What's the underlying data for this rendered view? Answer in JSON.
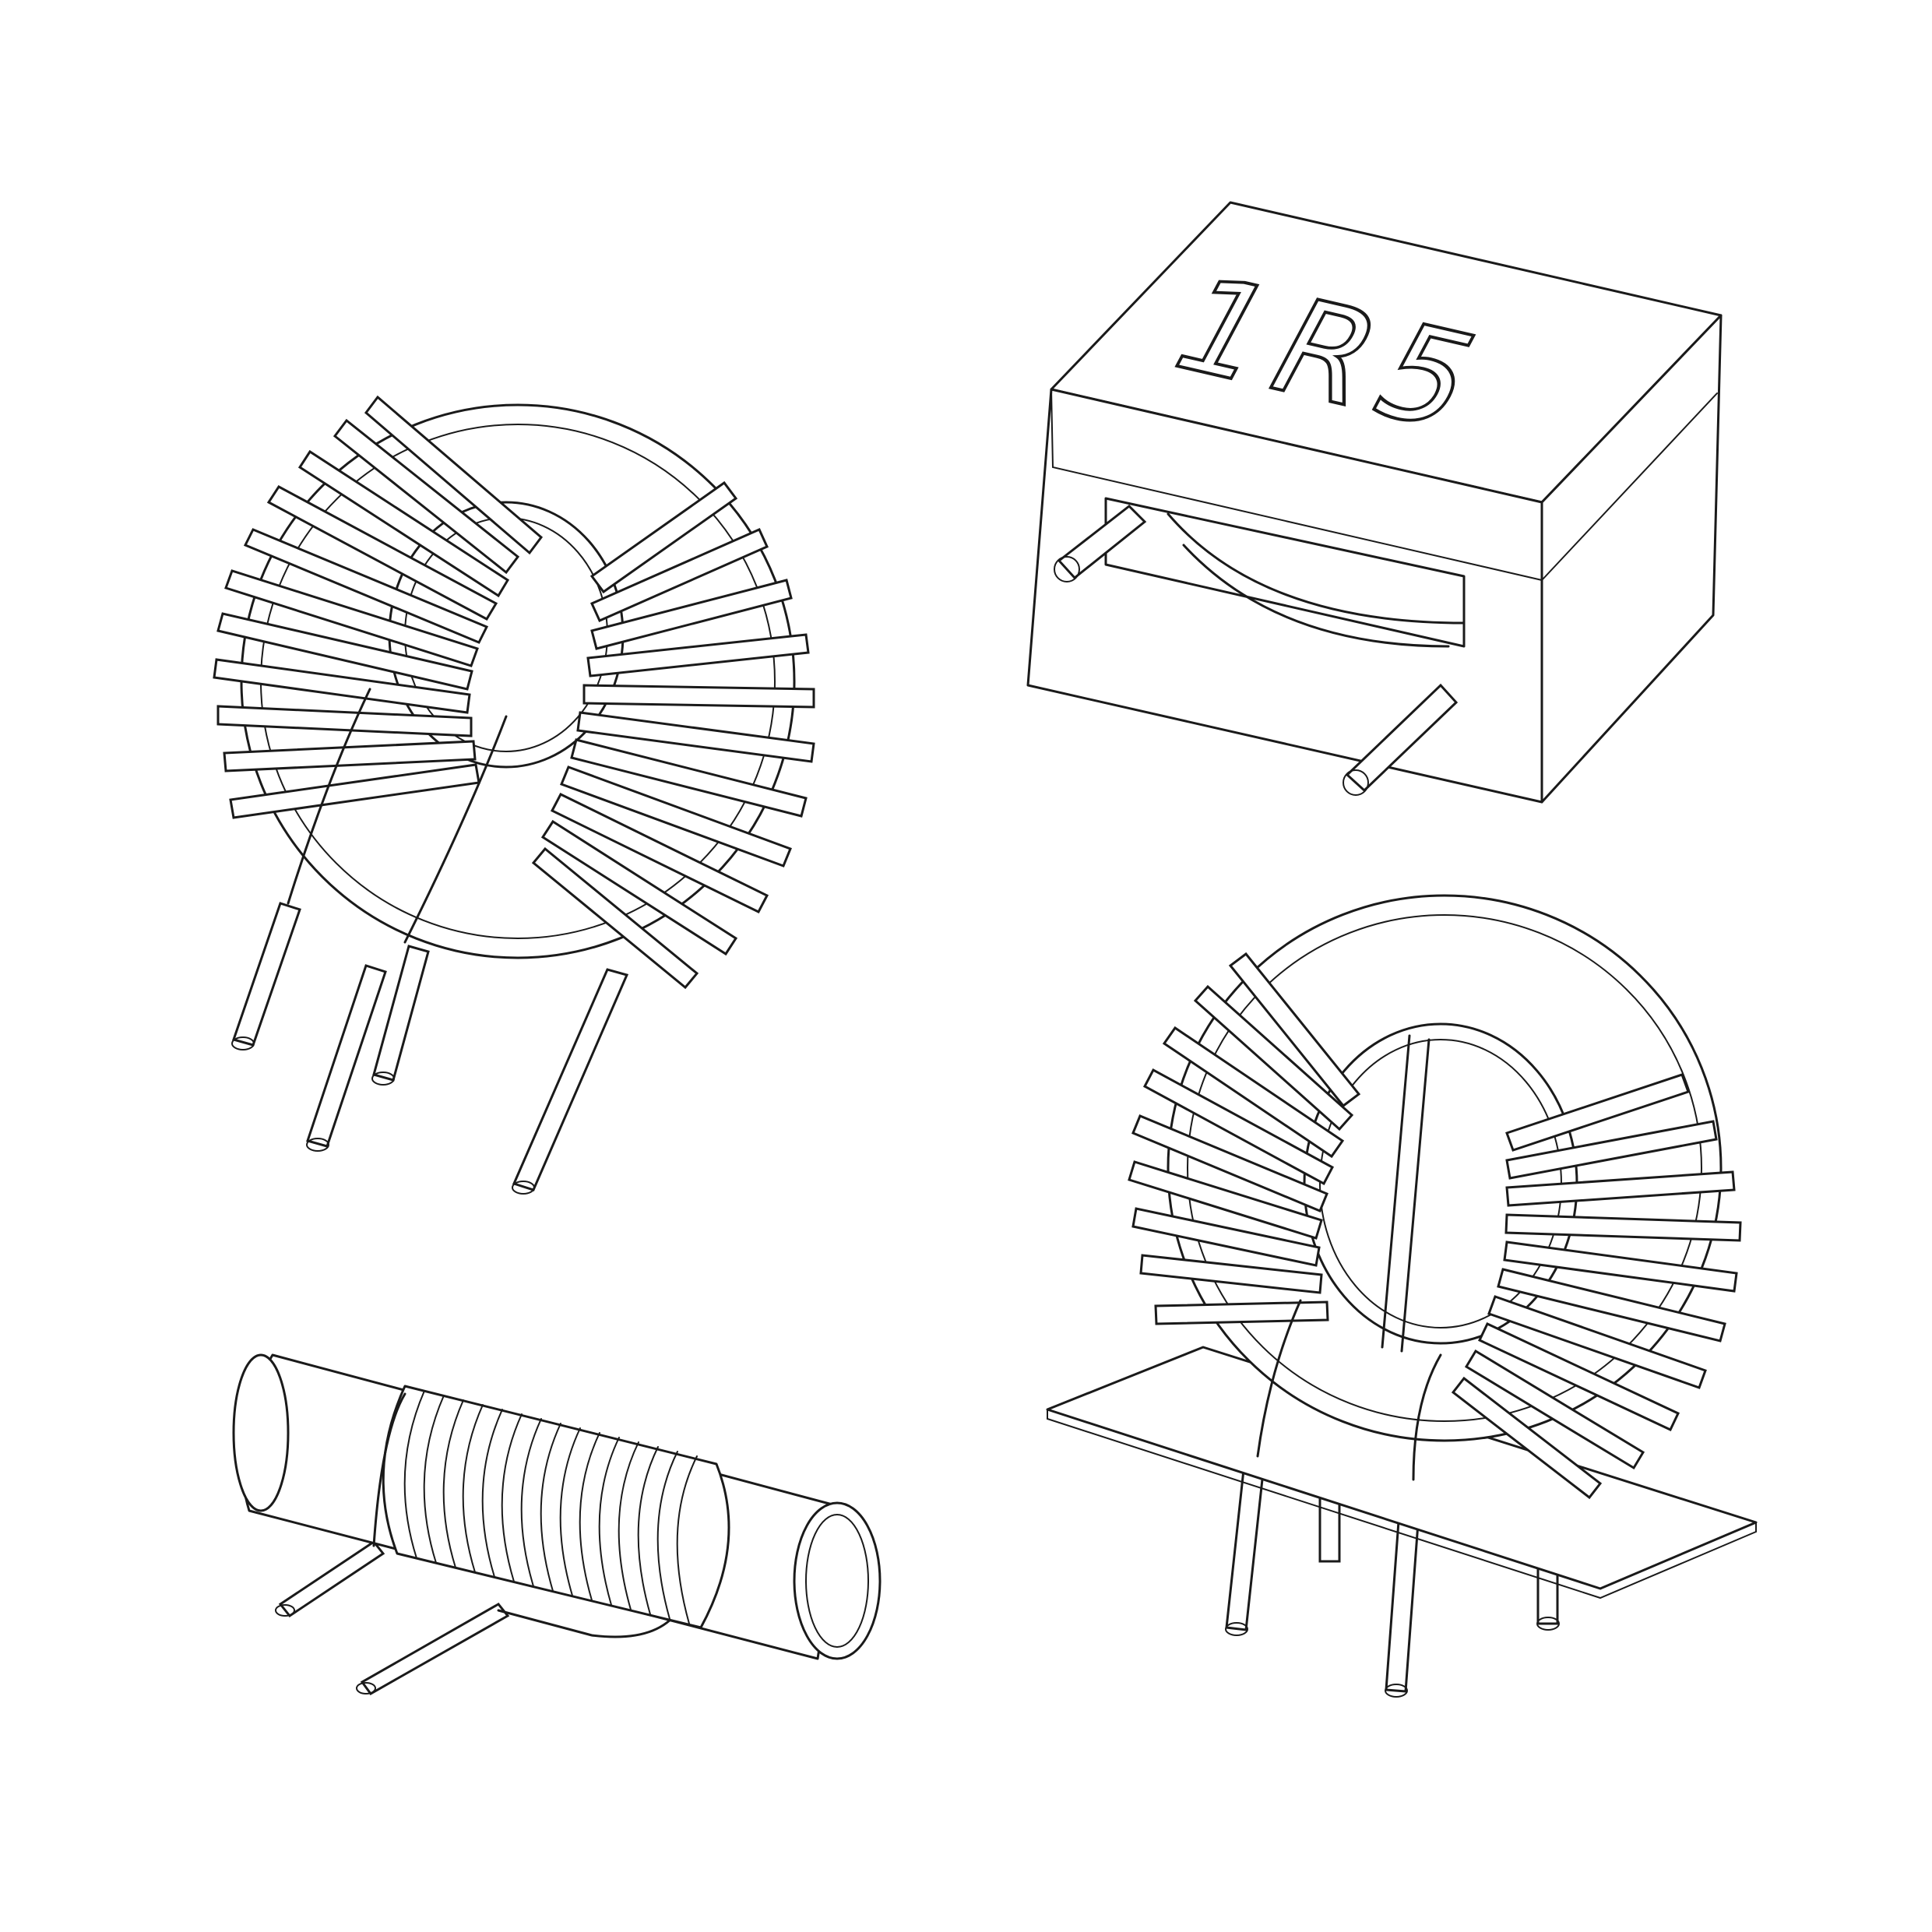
{
  "components": [
    {
      "id": "toroidal-inductor-upright"
    },
    {
      "id": "smd-power-inductor",
      "marking": "1R5"
    },
    {
      "id": "toroidal-inductor-pcb-mount"
    },
    {
      "id": "rod-core-inductor"
    }
  ],
  "colors": {
    "line": "#1a1a1a",
    "fill": "#ffffff",
    "background": "#ffffff"
  }
}
